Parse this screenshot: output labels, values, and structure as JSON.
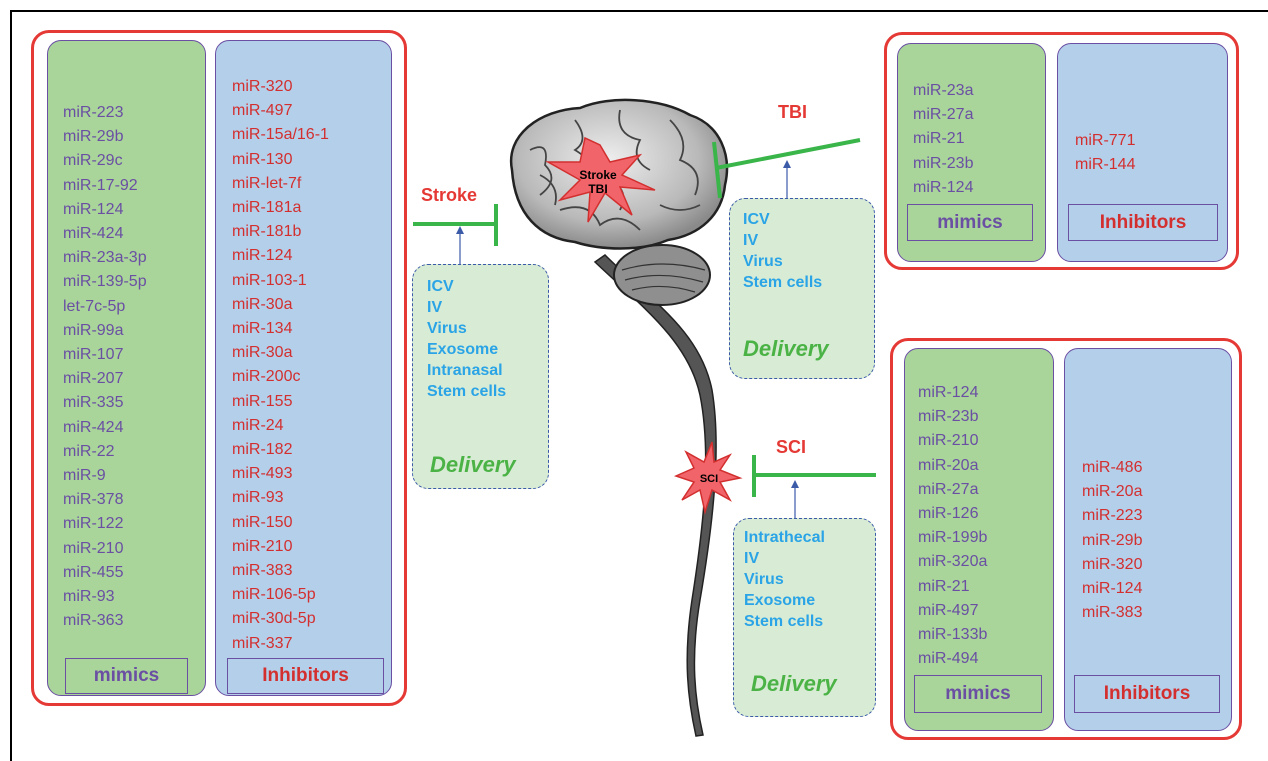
{
  "stroke": {
    "label": "Stroke",
    "mimics": {
      "items": [
        "miR-223",
        "miR-29b",
        "miR-29c",
        "miR-17-92",
        "miR-124",
        "miR-424",
        "miR-23a-3p",
        "miR-139-5p",
        "let-7c-5p",
        "miR-99a",
        "miR-107",
        "miR-207",
        "miR-335",
        "miR-424",
        "miR-22",
        "miR-9",
        "miR-378",
        "miR-122",
        "miR-210",
        "miR-455",
        "miR-93",
        "miR-363"
      ],
      "label": "mimics"
    },
    "inhibitors": {
      "items": [
        "miR-320",
        "miR-497",
        "miR-15a/16-1",
        "miR-130",
        "miR-let-7f",
        "miR-181a",
        "miR-181b",
        "miR-124",
        "miR-103-1",
        "miR-30a",
        "miR-134",
        "miR-30a",
        "miR-200c",
        "miR-155",
        "miR-24",
        "miR-182",
        "miR-493",
        "miR-93",
        "miR-150",
        "miR-210",
        "miR-383",
        "miR-106-5p",
        "miR-30d-5p",
        "miR-337"
      ],
      "label": "Inhibitors"
    },
    "delivery": {
      "methods": [
        "ICV",
        "IV",
        "Virus",
        "Exosome",
        "Intranasal",
        "Stem cells"
      ],
      "label": "Delivery"
    }
  },
  "tbi": {
    "label": "TBI",
    "mimics": {
      "items": [
        "miR-23a",
        "miR-27a",
        "miR-21",
        "miR-23b",
        "miR-124"
      ],
      "label": "mimics"
    },
    "inhibitors": {
      "items": [
        "miR-771",
        "miR-144"
      ],
      "label": "Inhibitors"
    },
    "delivery": {
      "methods": [
        "ICV",
        "IV",
        "Virus",
        "Stem cells"
      ],
      "label": "Delivery"
    }
  },
  "sci": {
    "label": "SCI",
    "mimics": {
      "items": [
        "miR-124",
        "miR-23b",
        "miR-210",
        "miR-20a",
        "miR-27a",
        "miR-126",
        "miR-199b",
        "miR-320a",
        "miR-21",
        "miR-497",
        "miR-133b",
        "miR-494"
      ],
      "label": "mimics"
    },
    "inhibitors": {
      "items": [
        "miR-486",
        "miR-20a",
        "miR-223",
        "miR-29b",
        "miR-320",
        "miR-124",
        "miR-383"
      ],
      "label": "Inhibitors"
    },
    "delivery": {
      "methods": [
        "Intrathecal",
        "IV",
        "Virus",
        "Exosome",
        "Stem cells"
      ],
      "label": "Delivery"
    }
  },
  "injury_sites": {
    "brain_star_line1": "Stroke",
    "brain_star_line2": "TBI",
    "spinal_star": "SCI"
  },
  "colors": {
    "red": "#e53935",
    "purple": "#6a4fa3",
    "green_panel": "#a9d59a",
    "blue_panel": "#b3cfea",
    "delivery_text": "#2aa4e6",
    "delivery_label": "#4bb346"
  }
}
